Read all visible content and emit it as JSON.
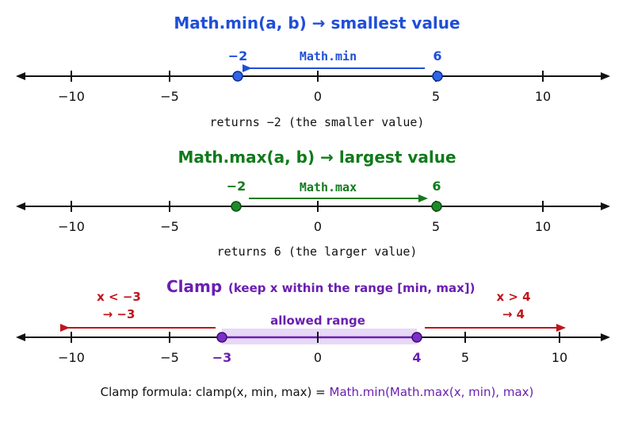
{
  "colors": {
    "min": "#1f4fd8",
    "max": "#117a1b",
    "clamp": "#6a1fb0",
    "out_of_range": "#c0141c",
    "axis": "#111111"
  },
  "min_panel": {
    "title": "Math.min(a, b) → smallest value",
    "point_a_label": "−2",
    "point_b_label": "6",
    "arrow_label": "Math.min",
    "ticks": [
      "−10",
      "−5",
      "0",
      "5",
      "10"
    ],
    "caption": "returns −2  (the smaller value)"
  },
  "max_panel": {
    "title": "Math.max(a, b) → largest value",
    "point_a_label": "−2",
    "point_b_label": "6",
    "arrow_label": "Math.max",
    "ticks": [
      "−10",
      "−5",
      "0",
      "5",
      "10"
    ],
    "caption": "returns 6  (the larger value)"
  },
  "clamp_panel": {
    "title": "Clamp",
    "subtitle": "(keep x within the range [min, max])",
    "left_rule_line1": "x < −3",
    "left_rule_line2": "→ −3",
    "right_rule_line1": "x > 4",
    "right_rule_line2": "→ 4",
    "range_label": "allowed range",
    "ticks": [
      "−10",
      "−5",
      "−3",
      "0",
      "4",
      "5",
      "10"
    ],
    "formula_prefix": "Clamp formula: clamp(x, min, max) = ",
    "formula_expr": "Math.min(Math.max(x, min), max)"
  }
}
